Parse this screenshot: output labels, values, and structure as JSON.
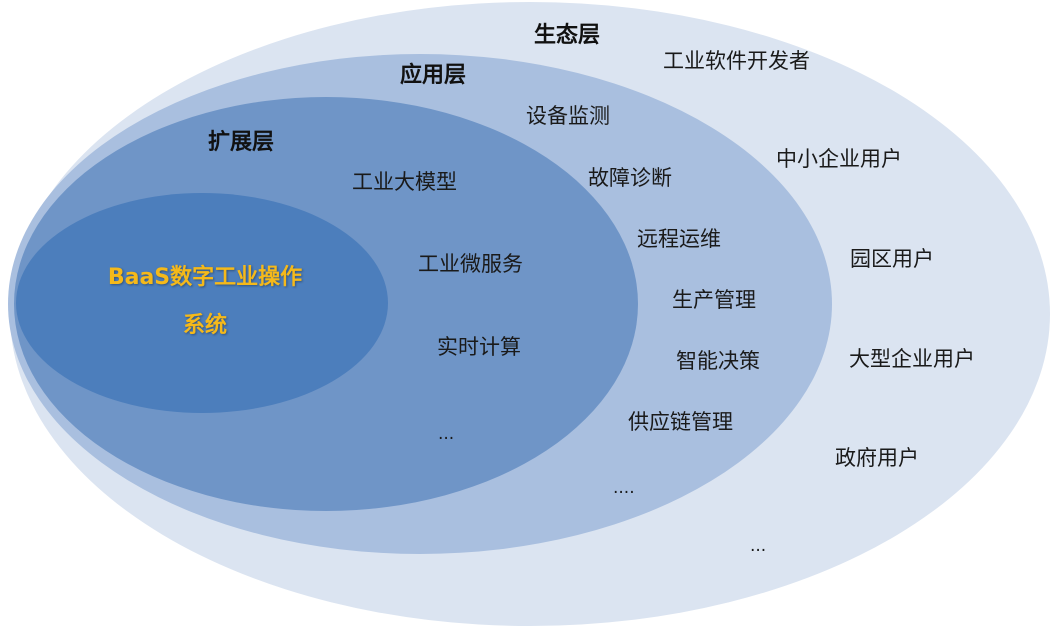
{
  "colors": {
    "ecology_fill": "#dbe4f1",
    "application_fill": "#a9bfdf",
    "extension_fill": "#6f95c7",
    "core_fill": "#4c7ebc",
    "core_text": "#f5b91a"
  },
  "layers": {
    "ecology": {
      "title": "生态层",
      "items": [
        "工业软件开发者",
        "中小企业用户",
        "园区用户",
        "大型企业用户",
        "政府用户",
        "..."
      ]
    },
    "application": {
      "title": "应用层",
      "items": [
        "设备监测",
        "故障诊断",
        "远程运维",
        "生产管理",
        "智能决策",
        "供应链管理",
        "...."
      ]
    },
    "extension": {
      "title": "扩展层",
      "items": [
        "工业大模型",
        "工业微服务",
        "实时计算",
        "..."
      ]
    },
    "core": {
      "line1": "BaaS数字工业操作",
      "line2": "系统"
    }
  }
}
